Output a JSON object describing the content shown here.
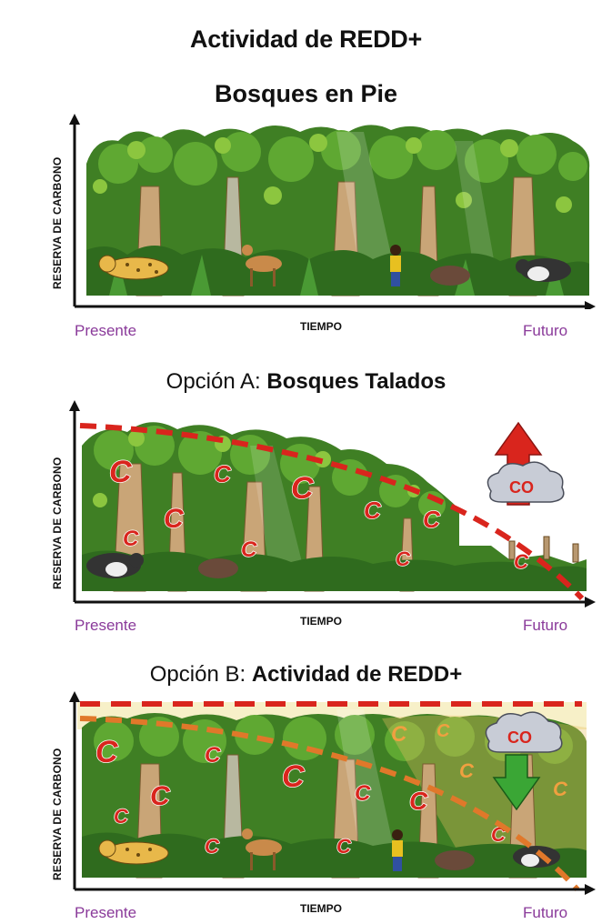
{
  "title": "Actividad de REDD+",
  "panels": [
    {
      "title_prefix": "",
      "title_main": "Bosques en Pie",
      "y_axis_label": "RESERVA DE CARBONO",
      "x_axis_label": "TIEMPO",
      "start_label": "Presente",
      "end_label": "Futuro"
    },
    {
      "title_prefix": "Opción A: ",
      "title_main": "Bosques Talados",
      "y_axis_label": "RESERVA DE CARBONO",
      "x_axis_label": "TIEMPO",
      "start_label": "Presente",
      "end_label": "Futuro",
      "cloud_label": "CO",
      "arrow_direction": "up",
      "carbon_mark": "C"
    },
    {
      "title_prefix": "Opción B: ",
      "title_main": "Actividad de REDD+",
      "y_axis_label": "RESERVA DE CARBONO",
      "x_axis_label": "TIEMPO",
      "start_label": "Presente",
      "end_label": "Futuro",
      "cloud_label": "CO",
      "arrow_direction": "down",
      "carbon_mark": "C"
    }
  ],
  "colors": {
    "forest_dark": "#2f6b1e",
    "forest_mid": "#4f9a2c",
    "forest_light": "#8cc63f",
    "trunk": "#c9a577",
    "dashed_red": "#d9251d",
    "dashed_orange": "#e0782a",
    "carbon_red": "#d9251d",
    "carbon_orange": "#f0a040",
    "arrow_up": "#d9251d",
    "arrow_down": "#3aa635",
    "end_label": "#8a3a9a"
  },
  "icons": [
    "jaguar-icon",
    "deer-icon",
    "tapir-icon",
    "boar-icon",
    "person-icon",
    "co2-cloud-icon",
    "arrow-up-icon",
    "arrow-down-icon"
  ]
}
